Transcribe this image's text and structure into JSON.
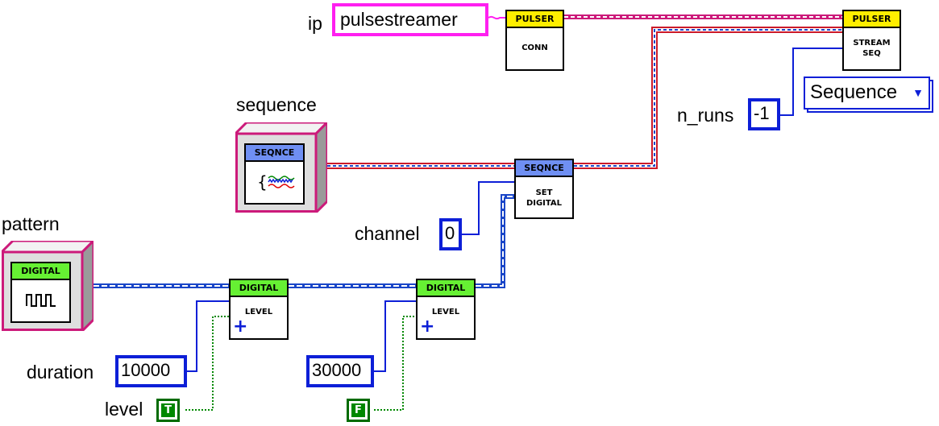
{
  "labels": {
    "ip": "ip",
    "sequence": "sequence",
    "pattern": "pattern",
    "n_runs": "n_runs",
    "channel": "channel",
    "duration": "duration",
    "level": "level"
  },
  "controls": {
    "ip_value": "pulsestreamer",
    "n_runs_value": "-1",
    "channel_value": "0",
    "duration_value": "10000",
    "duration2_value": "30000",
    "level_true": "T",
    "level_false": "F",
    "sequence_ring": "Sequence"
  },
  "nodes": {
    "conn": {
      "head": "PULSER",
      "body": "CONN"
    },
    "stream": {
      "head": "PULSER",
      "body_line1": "STREAM",
      "body_line2": "SEQ"
    },
    "set_digital": {
      "head": "SEQNCE",
      "body_line1": "SET",
      "body_line2": "DIGITAL"
    },
    "level1": {
      "head": "DIGITAL",
      "body": "LEVEL",
      "plus": "+"
    },
    "level2": {
      "head": "DIGITAL",
      "body": "LEVEL",
      "plus": "+"
    },
    "sequence_const": {
      "head": "SEQNCE"
    },
    "pattern_const": {
      "head": "DIGITAL"
    }
  },
  "colors": {
    "numeric_wire": "#0d1fd7",
    "string_wire": "#ff1ff0",
    "boolean_wire": "#008800",
    "sequence_wire_outer": "#cc1a2a",
    "digital_wire": "#1a46c8",
    "pulser_wire": "#cc1a7a"
  }
}
